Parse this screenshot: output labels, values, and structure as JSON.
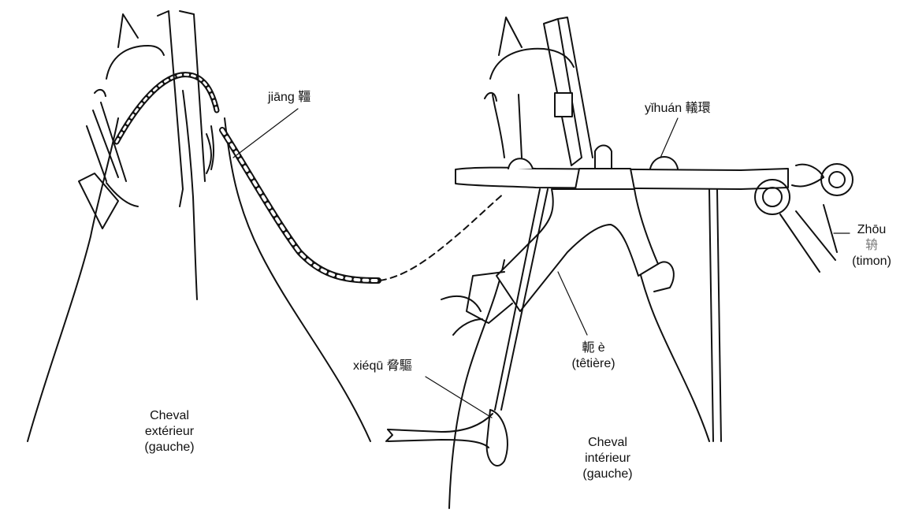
{
  "labels": {
    "jiang": "jiāng 韁",
    "yihuan": "yǐhuán 轙環",
    "zhou_line1": "Zhōu",
    "zhou_line2": "辀",
    "zhou_line3": "(timon)",
    "e_line1": "軛 è",
    "e_line2": "(têtière)",
    "xiequ": "xiéqū 脅驅",
    "outer_line1": "Cheval",
    "outer_line2": "extérieur",
    "outer_line3": "(gauche)",
    "inner_line1": "Cheval",
    "inner_line2": "intérieur",
    "inner_line3": "(gauche)"
  }
}
